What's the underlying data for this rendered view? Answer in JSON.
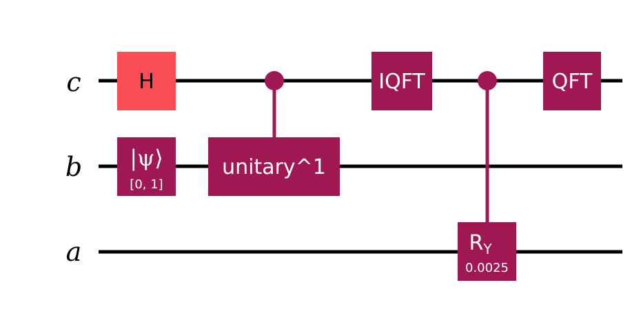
{
  "colors": {
    "wire": "#000000",
    "h_gate": "#fa4d56",
    "gate": "#9f1853",
    "text_dark": "#000000",
    "text_light": "#ffffff"
  },
  "wires": [
    {
      "label": "c"
    },
    {
      "label": "b"
    },
    {
      "label": "a"
    }
  ],
  "gates": {
    "h": {
      "label": "H"
    },
    "init": {
      "label": "|ψ⟩",
      "param": "[0, 1]"
    },
    "unitary": {
      "label": "unitary^1"
    },
    "iqft": {
      "label": "IQFT"
    },
    "ry": {
      "label": "R",
      "sub": "Y",
      "param": "0.0025"
    },
    "qft": {
      "label": "QFT"
    }
  }
}
